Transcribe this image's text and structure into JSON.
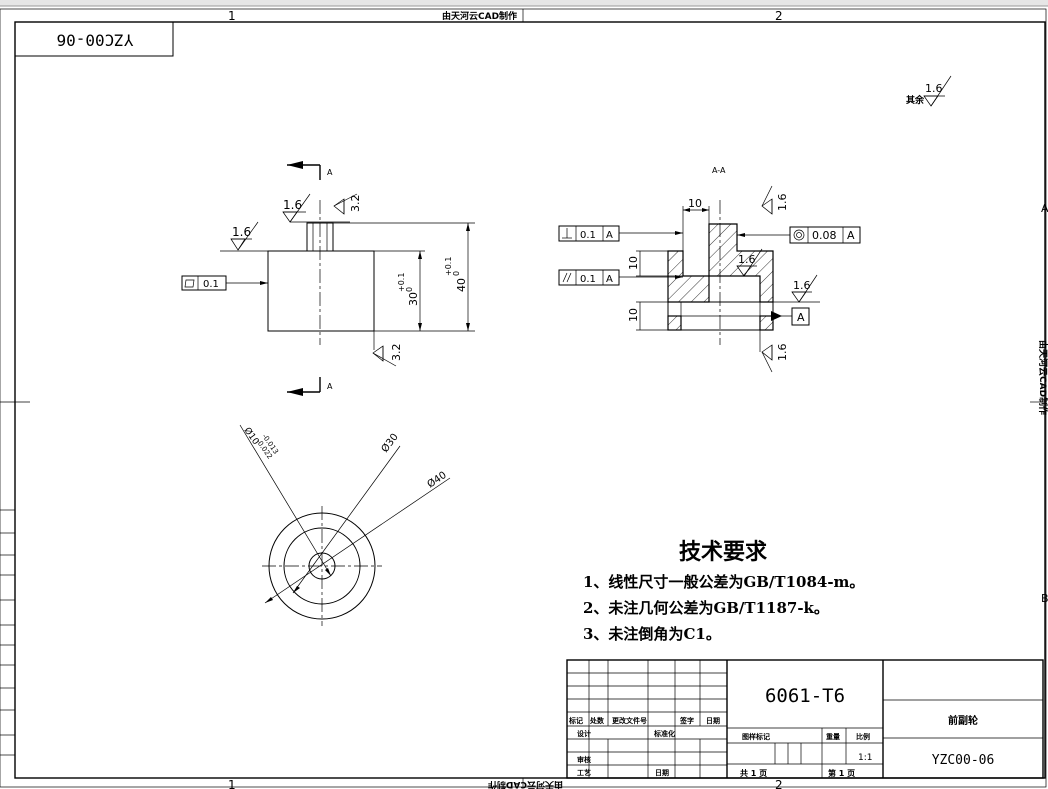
{
  "watermark": {
    "top": "由天河云CAD制作",
    "bottom": "由天河云CAD制作",
    "right": "由天河云CAD制作"
  },
  "zones": {
    "col1": "1",
    "col2": "2",
    "rowA": "A",
    "rowB": "B"
  },
  "drawing_no_box": "YZC00-06",
  "roughness": {
    "general_label": "其余",
    "general_value": "1.6",
    "r16": "1.6",
    "r32": "3.2"
  },
  "section": {
    "arrow_label": "A",
    "title": "A-A"
  },
  "tolerances": {
    "flatness": "0.1",
    "perpendicularity": "0.1",
    "perp_datum": "A",
    "parallelism": "0.1",
    "par_datum": "A",
    "concentricity": "0.08",
    "conc_datum": "A",
    "datum": "A"
  },
  "dims": {
    "d10": "10",
    "h30": "30",
    "h40": "40",
    "tol_up": "+0.1",
    "tol_lo": "0",
    "phi10": "Ø10",
    "phi10_up": "-0.013",
    "phi10_lo": "-0.022",
    "phi30": "Ø30",
    "phi40": "Ø40"
  },
  "tech": {
    "title": "技术要求",
    "req1": "1、线性尺寸一般公差为GB/T1084-m。",
    "req2": "2、未注几何公差为GB/T1187-k。",
    "req3": "3、未注倒角为C1。"
  },
  "title_block": {
    "material": "6061-T6",
    "part_name": "前副轮",
    "part_no": "YZC00-06",
    "scale_label": "比例",
    "scale": "1:1",
    "weight_label": "重量",
    "stage_label": "图样标记",
    "total_sheets": "共 1 页",
    "sheet_no": "第 1 页",
    "h_mark": "标记",
    "h_count": "处数",
    "h_doc": "更改文件号",
    "h_sign": "签字",
    "h_date": "日期",
    "designer": "设计",
    "standardize": "标准化",
    "reviewer": "审核",
    "craft": "工艺",
    "approve": "日期"
  }
}
